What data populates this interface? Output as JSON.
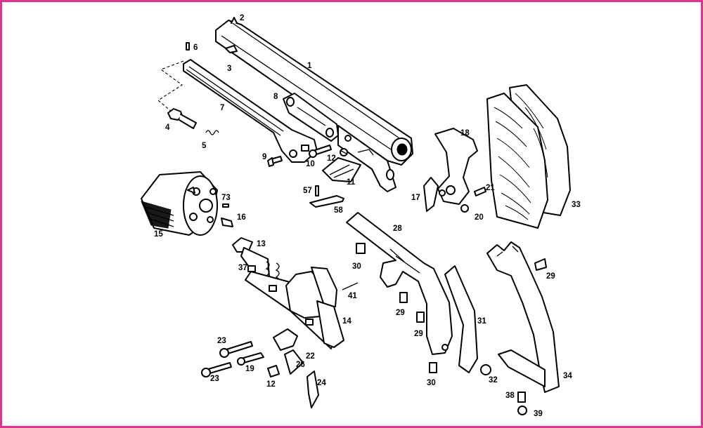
{
  "frame": {
    "border_color": "#e0338f"
  },
  "part_labels": [
    {
      "id": "p1",
      "text": "1"
    },
    {
      "id": "p2",
      "text": "2"
    },
    {
      "id": "p3",
      "text": "3"
    },
    {
      "id": "p4",
      "text": "4"
    },
    {
      "id": "p5",
      "text": "5"
    },
    {
      "id": "p6",
      "text": "6"
    },
    {
      "id": "p7",
      "text": "7"
    },
    {
      "id": "p8",
      "text": "8"
    },
    {
      "id": "p9",
      "text": "9"
    },
    {
      "id": "p10",
      "text": "10"
    },
    {
      "id": "p11",
      "text": "11"
    },
    {
      "id": "p12a",
      "text": "12"
    },
    {
      "id": "p12b",
      "text": "12"
    },
    {
      "id": "p13",
      "text": "13"
    },
    {
      "id": "p14",
      "text": "14"
    },
    {
      "id": "p15",
      "text": "15"
    },
    {
      "id": "p16",
      "text": "16"
    },
    {
      "id": "p17",
      "text": "17"
    },
    {
      "id": "p18",
      "text": "18"
    },
    {
      "id": "p19",
      "text": "19"
    },
    {
      "id": "p20",
      "text": "20"
    },
    {
      "id": "p21",
      "text": "21"
    },
    {
      "id": "p22",
      "text": "22"
    },
    {
      "id": "p23a",
      "text": "23"
    },
    {
      "id": "p23b",
      "text": "23"
    },
    {
      "id": "p24",
      "text": "24"
    },
    {
      "id": "p26",
      "text": "26"
    },
    {
      "id": "p28",
      "text": "28"
    },
    {
      "id": "p29a",
      "text": "29"
    },
    {
      "id": "p29b",
      "text": "29"
    },
    {
      "id": "p29c",
      "text": "29"
    },
    {
      "id": "p30a",
      "text": "30"
    },
    {
      "id": "p30b",
      "text": "30"
    },
    {
      "id": "p31",
      "text": "31"
    },
    {
      "id": "p32",
      "text": "32"
    },
    {
      "id": "p33",
      "text": "33"
    },
    {
      "id": "p34",
      "text": "34"
    },
    {
      "id": "p37",
      "text": "37"
    },
    {
      "id": "p38",
      "text": "38"
    },
    {
      "id": "p39",
      "text": "39"
    },
    {
      "id": "p41",
      "text": "41"
    },
    {
      "id": "p57",
      "text": "57"
    },
    {
      "id": "p58",
      "text": "58"
    },
    {
      "id": "p73",
      "text": "73"
    }
  ]
}
